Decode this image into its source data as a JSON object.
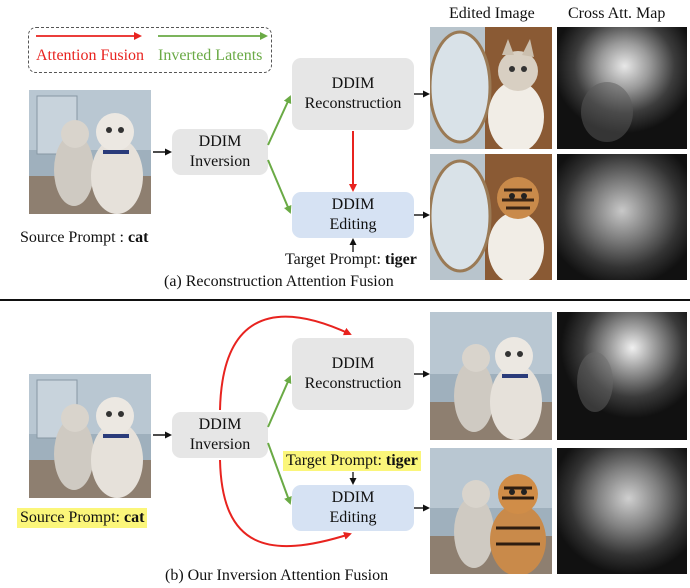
{
  "legend": {
    "attention_fusion": "Attention Fusion",
    "inverted_latents": "Inverted Latents",
    "attention_color": "#e8231f",
    "latent_color": "#6aaa45"
  },
  "header": {
    "edited_image": "Edited Image",
    "cross_att_map": "Cross Att. Map"
  },
  "panel_a": {
    "inversion": [
      "DDIM",
      "Inversion"
    ],
    "reconstruction": [
      "DDIM",
      "Reconstruction"
    ],
    "editing": [
      "DDIM",
      "Editing"
    ],
    "source_prompt_label": "Source Prompt : ",
    "source_word": "cat",
    "target_prompt_label": "Target Prompt: ",
    "target_word": "tiger",
    "caption": "(a) Reconstruction Attention Fusion"
  },
  "panel_b": {
    "inversion": [
      "DDIM",
      "Inversion"
    ],
    "reconstruction": [
      "DDIM",
      "Reconstruction"
    ],
    "editing": [
      "DDIM",
      "Editing"
    ],
    "source_prompt_label": "Source Prompt: ",
    "source_word": "cat",
    "target_prompt_label": "Target Prompt: ",
    "target_word": "tiger",
    "caption": "(b) Our Inversion Attention Fusion"
  },
  "colors": {
    "highlight": "#fbf67a",
    "box_gray": "#e6e6e6",
    "box_blue": "#d6e2f3"
  }
}
